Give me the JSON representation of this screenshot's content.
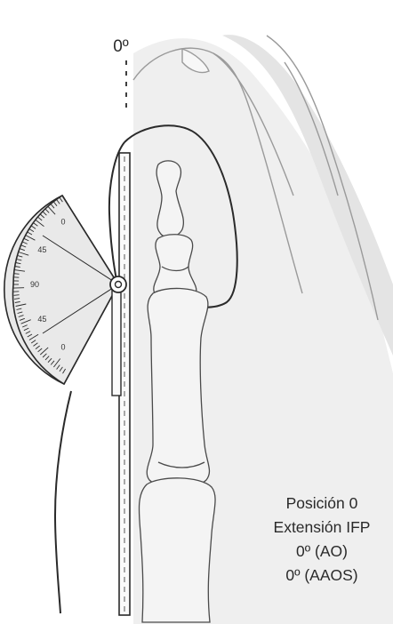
{
  "zero_marker": "0º",
  "protractor": {
    "scale_labels": [
      "0",
      "45",
      "90",
      "45",
      "0"
    ]
  },
  "caption": {
    "line1": "Posición 0",
    "line2": "Extensión IFP",
    "line3": "0º (AO)",
    "line4": "0º (AAOS)"
  },
  "colors": {
    "ink": "#2a2a2a",
    "bone_fill": "#f4f4f4",
    "shadow": "#d9d9d9",
    "protractor_fill": "#e9e9e9"
  }
}
